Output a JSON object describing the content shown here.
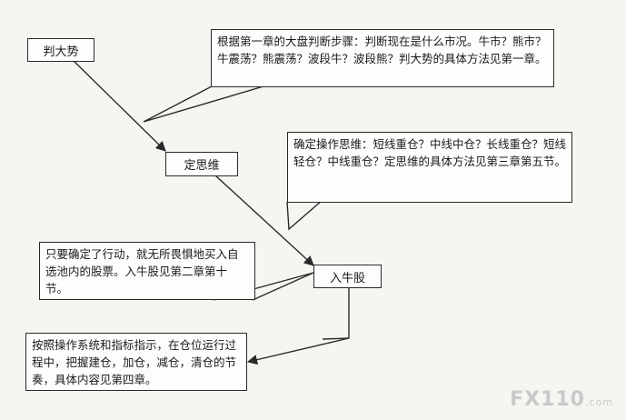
{
  "nodes": {
    "trend": "判大势",
    "mindset": "定思维",
    "enter": "入牛股"
  },
  "notes": {
    "trend": "根据第一章的大盘判断步骤：判断现在是什么市况。牛市？熊市？牛震荡？熊震荡？波段牛？波段熊？判大势的具体方法见第一章。",
    "mindset": "确定操作思维：短线重仓？中线中仓？长线重仓？短线轻仓？中线重仓？定思维的具体方法见第三章第五节。",
    "enter": "只要确定了行动，就无所畏惧地买入自选池内的股票。入牛股见第二章第十节。",
    "operate": "按照操作系统和指标指示，在仓位运行过程中，把握建仓，加仓，减仓，清仓的节奏，具体内容见第四章。"
  },
  "watermark": {
    "main": "FX110",
    "suffix": ".com"
  }
}
